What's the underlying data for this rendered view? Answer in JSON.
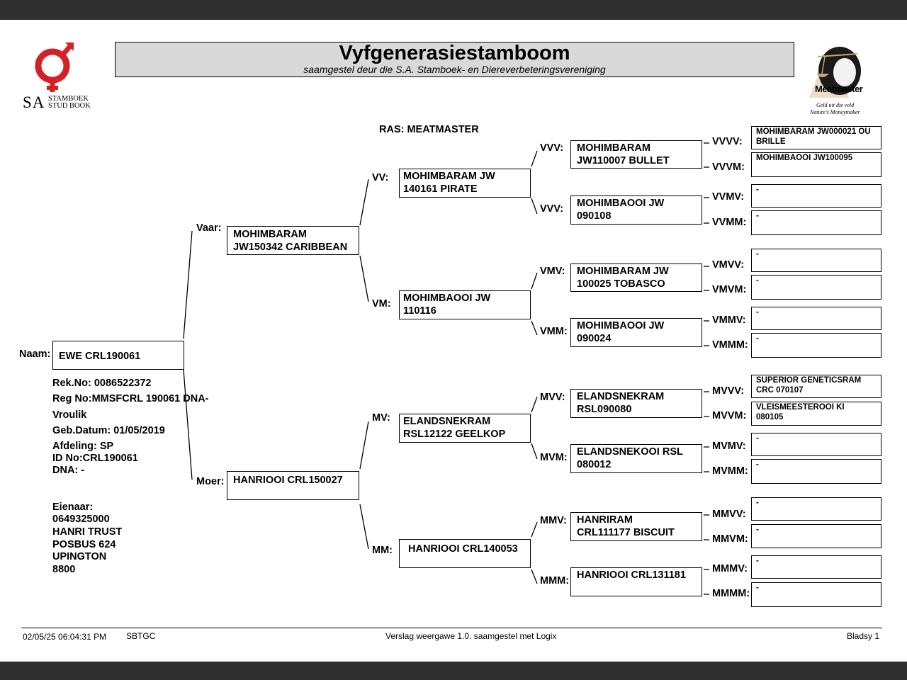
{
  "header": {
    "title": "Vyfgenerasiestamboom",
    "subtitle": "saamgestel deur die S.A. Stamboek- en Diereverbeteringsvereniging"
  },
  "logos": {
    "sa_letters": "SA",
    "sa_word1": "STAMBOEK",
    "sa_word2": "STUD BOOK",
    "mm_name": "Meatmaster",
    "mm_tagline1": "Geld uit die veld",
    "mm_tagline2": "Nature's Moneymaker",
    "sa_color": "#d42027"
  },
  "breed": "RAS: MEATMASTER",
  "animal": {
    "naam_label": "Naam:",
    "name": "EWE CRL190061",
    "rek_no": "Rek.No: 0086522372",
    "reg_no": "Reg No:MMSFCRL 190061 DNA-",
    "sex": "Vroulik",
    "birth": "Geb.Datum: 01/05/2019",
    "afdeling": "Afdeling: SP",
    "id_no": "ID No:CRL190061",
    "dna": "DNA: -",
    "owner_label": "Eienaar:",
    "owner_lines": [
      "0649325000",
      "HANRI TRUST",
      "POSBUS 624",
      "UPINGTON",
      "8800"
    ]
  },
  "gen1": {
    "vaar": {
      "label": "Vaar:",
      "line1": "MOHIMBARAM",
      "line2": "JW150342 CARIBBEAN"
    },
    "moer": {
      "label": "Moer:",
      "line1": "HANRIOOI CRL150027",
      "line2": ""
    }
  },
  "gen2": [
    {
      "label": "VV:",
      "line1": "MOHIMBARAM JW",
      "line2": "140161 PIRATE"
    },
    {
      "label": "VM:",
      "line1": "MOHIMBAOOI JW",
      "line2": "110116"
    },
    {
      "label": "MV:",
      "line1": "ELANDSNEKRAM",
      "line2": "RSL12122 GEELKOP"
    },
    {
      "label": "MM:",
      "line1": "HANRIOOI CRL140053",
      "line2": ""
    }
  ],
  "gen3": [
    {
      "label": "VVV:",
      "line1": "MOHIMBARAM",
      "line2": "JW110007 BULLET"
    },
    {
      "label": "VVV:",
      "line1": "MOHIMBAOOI JW",
      "line2": "090108"
    },
    {
      "label": "VMV:",
      "line1": "MOHIMBARAM JW",
      "line2": "100025 TOBASCO"
    },
    {
      "label": "VMM:",
      "line1": "MOHIMBAOOI JW",
      "line2": "090024"
    },
    {
      "label": "MVV:",
      "line1": "ELANDSNEKRAM",
      "line2": "RSL090080"
    },
    {
      "label": "MVM:",
      "line1": "ELANDSNEKOOI RSL",
      "line2": "080012"
    },
    {
      "label": "MMV:",
      "line1": "HANRIRAM",
      "line2": "CRL111177 BISCUIT"
    },
    {
      "label": "MMM:",
      "line1": "HANRIOOI CRL131181",
      "line2": ""
    }
  ],
  "gen4": [
    {
      "label": "VVVV:",
      "line1": "MOHIMBARAM JW000021 OU",
      "line2": "BRILLE"
    },
    {
      "label": "VVVM:",
      "line1": "MOHIMBAOOI JW100095",
      "line2": ""
    },
    {
      "label": "VVMV:",
      "line1": "-",
      "line2": ""
    },
    {
      "label": "VVMM:",
      "line1": "-",
      "line2": ""
    },
    {
      "label": "VMVV:",
      "line1": "-",
      "line2": ""
    },
    {
      "label": "VMVM:",
      "line1": "-",
      "line2": ""
    },
    {
      "label": "VMMV:",
      "line1": "-",
      "line2": ""
    },
    {
      "label": "VMMM:",
      "line1": "-",
      "line2": ""
    },
    {
      "label": "MVVV:",
      "line1": "SUPERIOR GENETICSRAM",
      "line2": "CRC 070107"
    },
    {
      "label": "MVVM:",
      "line1": "VLEISMEESTEROOI KI",
      "line2": "080105"
    },
    {
      "label": "MVMV:",
      "line1": "-",
      "line2": ""
    },
    {
      "label": "MVMM:",
      "line1": "-",
      "line2": ""
    },
    {
      "label": "MMVV:",
      "line1": "-",
      "line2": ""
    },
    {
      "label": "MMVM:",
      "line1": "-",
      "line2": ""
    },
    {
      "label": "MMMV:",
      "line1": "-",
      "line2": ""
    },
    {
      "label": "MMMM:",
      "line1": "-",
      "line2": ""
    }
  ],
  "footer": {
    "datetime": "02/05/25 06:04:31 PM",
    "code": "SBTGC",
    "report": "Verslag weergawe 1.0. saamgestel met Logix",
    "page": "Bladsy 1"
  }
}
